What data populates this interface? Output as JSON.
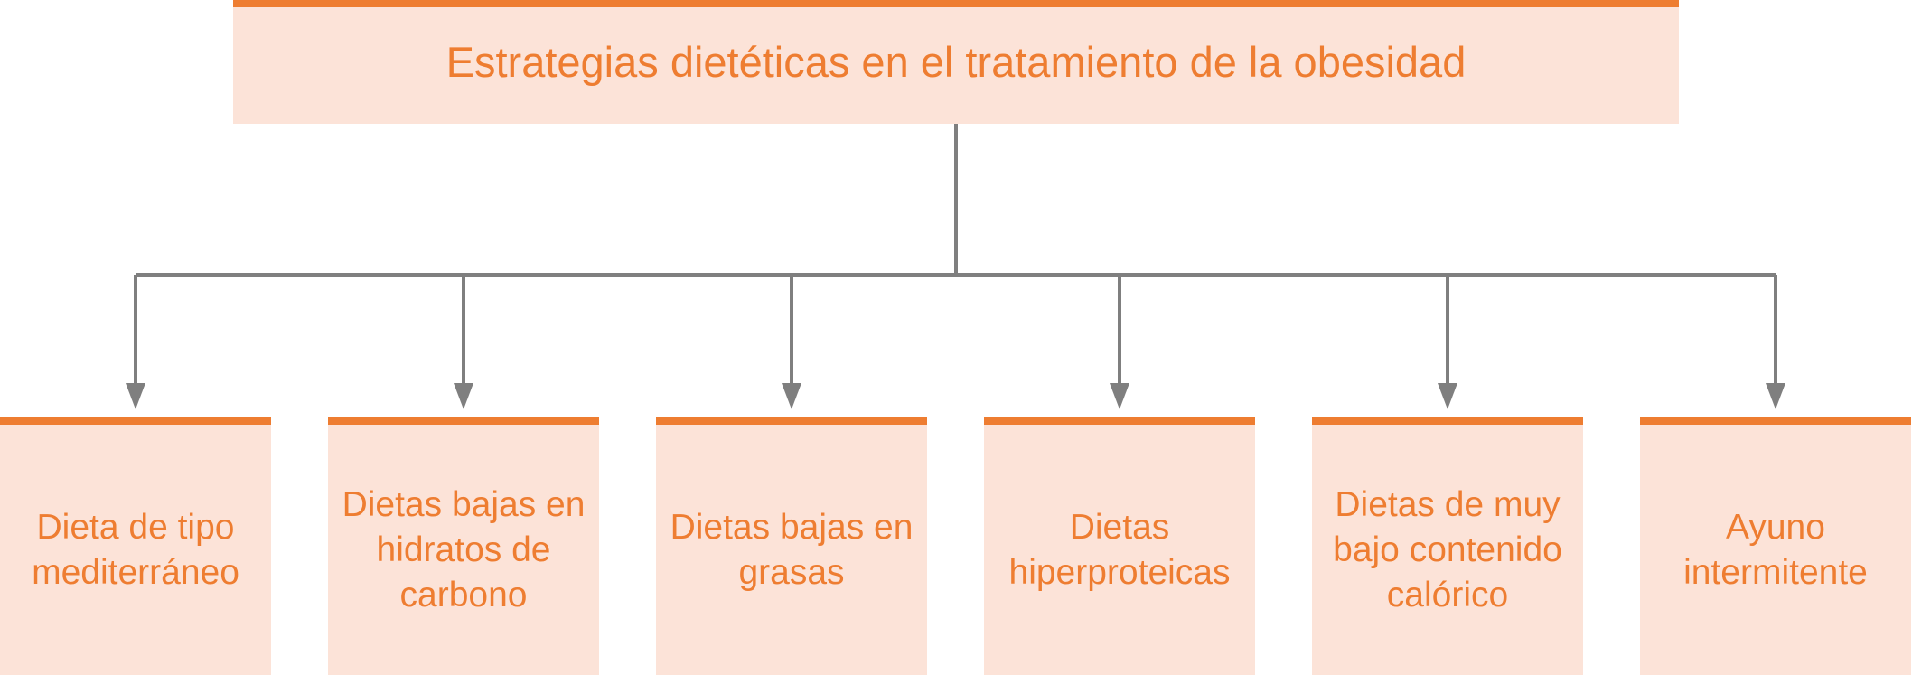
{
  "title": "Estrategias dietéticas en el tratamiento de la obesidad",
  "items": [
    {
      "label": "Dieta de tipo mediterráneo"
    },
    {
      "label": "Dietas bajas en hidratos de carbono"
    },
    {
      "label": "Dietas bajas en grasas"
    },
    {
      "label": "Dietas hiperproteicas"
    },
    {
      "label": "Dietas de muy bajo contenido calórico"
    },
    {
      "label": "Ayuno intermitente"
    }
  ],
  "colors": {
    "accent": "#ee7d31",
    "box_fill": "#fce3d8",
    "connector": "#7f7f7f"
  }
}
